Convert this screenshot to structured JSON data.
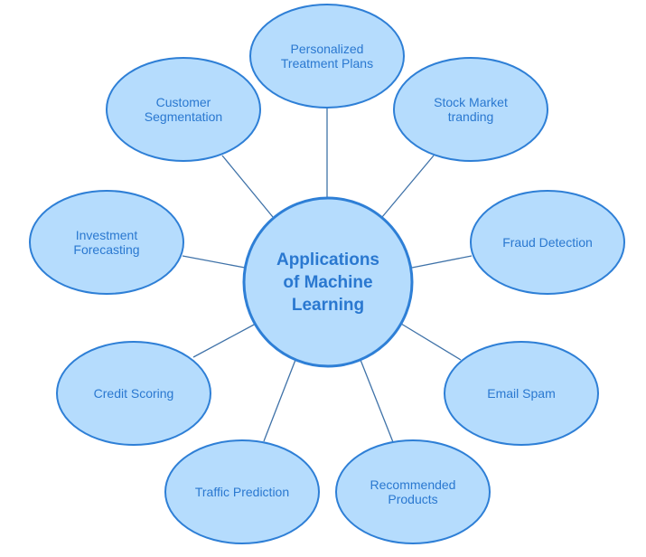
{
  "center": {
    "lines": [
      "Applications",
      "of Machine",
      "Learning"
    ]
  },
  "nodes": [
    {
      "id": "personalized-treatment-plans",
      "lines": [
        "Personalized",
        "Treatment Plans"
      ]
    },
    {
      "id": "stock-market-trading",
      "lines": [
        "Stock Market",
        "tranding"
      ]
    },
    {
      "id": "fraud-detection",
      "lines": [
        "Fraud Detection"
      ]
    },
    {
      "id": "email-spam",
      "lines": [
        "Email Spam"
      ]
    },
    {
      "id": "recommended-products",
      "lines": [
        "Recommended",
        "Products"
      ]
    },
    {
      "id": "traffic-prediction",
      "lines": [
        "Traffic Prediction"
      ]
    },
    {
      "id": "credit-scoring",
      "lines": [
        "Credit Scoring"
      ]
    },
    {
      "id": "investment-forecasting",
      "lines": [
        "Investment",
        "Forecasting"
      ]
    },
    {
      "id": "customer-segmentation",
      "lines": [
        "Customer",
        "Segmentation"
      ]
    }
  ],
  "colors": {
    "fill": "#b5dcfd",
    "stroke": "#2e7fd6",
    "connector": "#3f72a8",
    "text": "#2a78d0"
  }
}
